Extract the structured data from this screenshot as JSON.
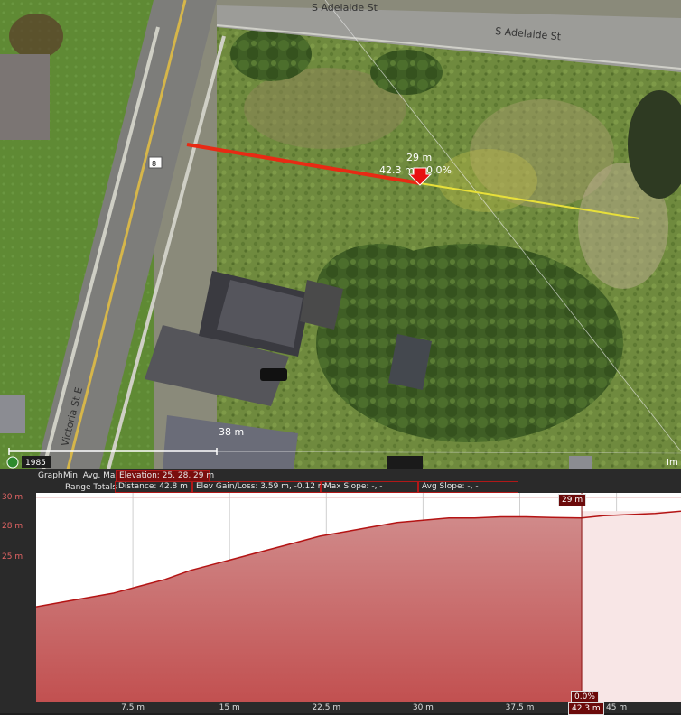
{
  "map": {
    "streets": [
      "S Adelaide St",
      "S Adelaide St",
      "Victoria St E"
    ],
    "route_marker": "8",
    "path_label_elevation": "29 m",
    "path_label_distance": "42.3 m",
    "path_label_slope": "0.0%",
    "marker_38": "38 m",
    "year": "1985",
    "corner_text": "Im",
    "colors": {
      "path_done": "#e82a14",
      "path_remaining": "#e8e03a"
    }
  },
  "profile": {
    "graph_label": "Graph",
    "graph_modes": "Min, Avg, Max",
    "elevation_field": "Elevation: 25, 28, 29 m",
    "range_totals_label": "Range Totals",
    "distance": "Distance: 42.8 m",
    "elev_gain_loss": "Elev Gain/Loss: 3.59 m, -0.12 m",
    "max_slope": "Max Slope: -, -",
    "avg_slope": "Avg Slope: -, -",
    "cursor_elevation": "29 m",
    "cursor_slope": "0.0%",
    "cursor_distance": "42.3 m",
    "colors": {
      "fill": "#c05b5b",
      "line": "#b41414",
      "highlight": "#f8e6e6"
    }
  },
  "chart_data": {
    "type": "area",
    "y_tick_labels": [
      "30 m",
      "28 m",
      "25 m"
    ],
    "y_tick_values": [
      30,
      28,
      25
    ],
    "x_tick_labels": [
      "7.5 m",
      "15 m",
      "22.5 m",
      "30 m",
      "37.5 m",
      "45 m"
    ],
    "x_tick_values": [
      7.5,
      15,
      22.5,
      30,
      37.5,
      45
    ],
    "xlim": [
      0,
      50
    ],
    "ylim": [
      21,
      30.2
    ],
    "cursor_x": 42.3,
    "x": [
      0,
      2,
      4,
      6,
      8,
      10,
      12,
      14,
      16,
      18,
      20,
      22,
      24,
      26,
      28,
      30,
      32,
      34,
      36,
      38,
      40,
      42.3,
      44,
      46,
      48,
      50
    ],
    "y": [
      25.2,
      25.4,
      25.6,
      25.8,
      26.1,
      26.4,
      26.8,
      27.1,
      27.4,
      27.7,
      28.0,
      28.3,
      28.5,
      28.7,
      28.9,
      29.0,
      29.1,
      29.1,
      29.15,
      29.15,
      29.12,
      29.1,
      29.2,
      29.25,
      29.3,
      29.4
    ],
    "grid": true
  }
}
